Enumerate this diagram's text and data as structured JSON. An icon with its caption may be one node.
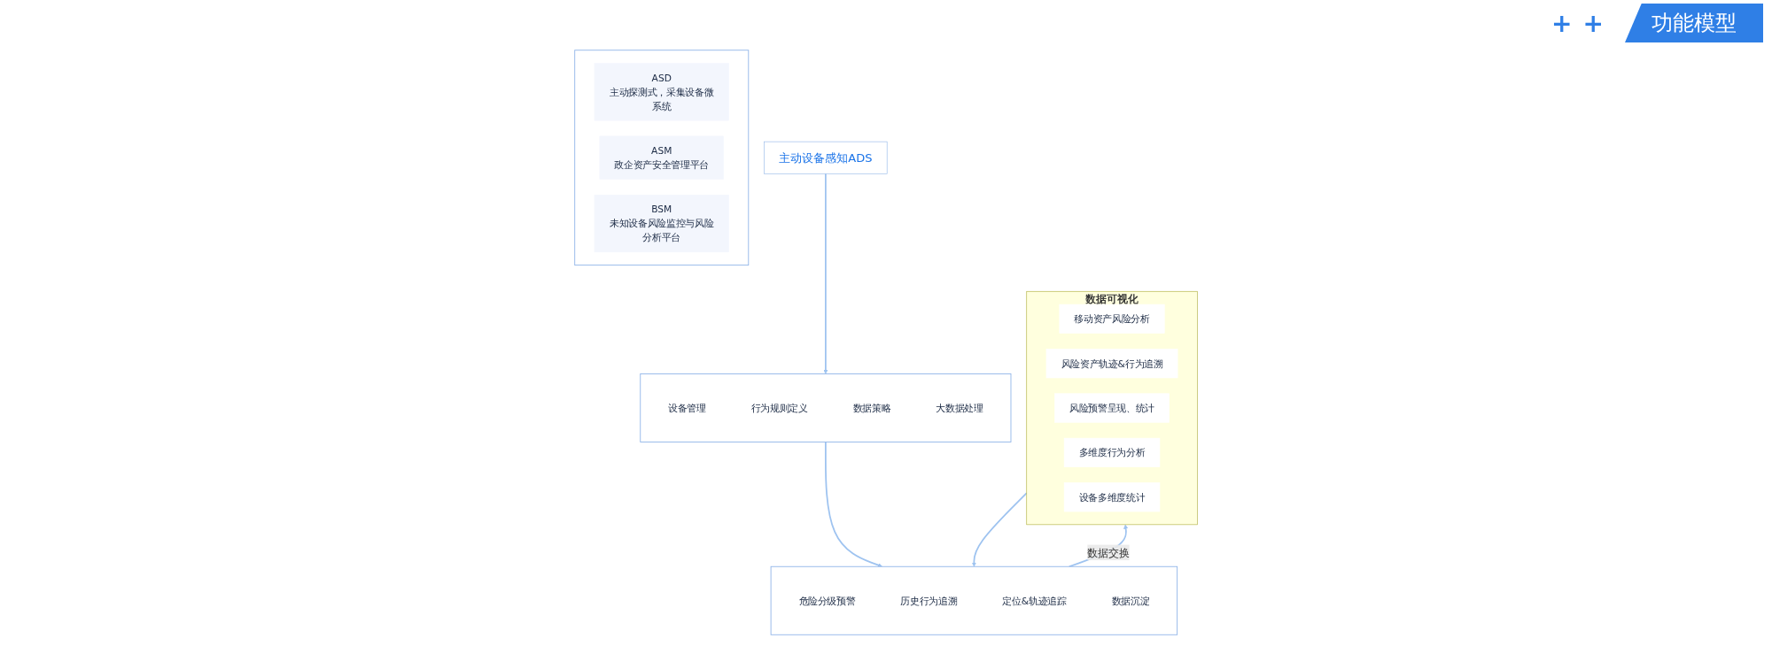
{
  "diagram": {
    "title": "功能模型",
    "nodes": [
      {
        "text": [],
        "shape": "box"
      },
      {
        "text": [
          "ASD",
          "主动探测式，采集设备微系统"
        ],
        "in": 0
      },
      {
        "text": [
          "ASM",
          "政企资产安全管理平台"
        ],
        "in": 0
      },
      {
        "text": [
          "BSM",
          "未知设备风险监控与风险分析平台"
        ],
        "in": 0
      },
      {
        "text": [
          "主动设备感知ADS"
        ]
      },
      {
        "text": [],
        "shape": "box"
      },
      {
        "text": [
          "设备管理"
        ],
        "in": 5
      },
      {
        "text": [
          "行为规则定义"
        ],
        "in": 5
      },
      {
        "text": [
          "数据策略"
        ],
        "in": 5
      },
      {
        "text": [
          "大数据处理"
        ],
        "in": 5
      },
      {
        "text": [],
        "shape": "box"
      },
      {
        "text": [
          "危险分级预警"
        ],
        "in": 10
      },
      {
        "text": [
          "历史行为追溯"
        ],
        "in": 10
      },
      {
        "text": [
          "定位&轨迹追踪"
        ],
        "in": 10
      },
      {
        "text": [
          "数据沉淀"
        ],
        "in": 10
      },
      {
        "text": [
          "数据可视化"
        ]
      },
      {
        "text": [
          "移动资产风险分析"
        ],
        "in": 15
      },
      {
        "text": [
          "风险资产轨迹&行为追溯"
        ],
        "in": 15
      },
      {
        "text": [
          "风险预警呈现、统计"
        ],
        "in": 15
      },
      {
        "text": [
          "多维度行为分析"
        ],
        "in": 15
      },
      {
        "text": [
          "设备多维度统计"
        ],
        "in": 15
      }
    ],
    "edges": [
      {
        "from": 4,
        "to": 5,
        "arrow": "to"
      },
      {
        "from": 5,
        "to": 10,
        "arrow": "to"
      },
      {
        "from": 10,
        "to": 15,
        "arrow": "to",
        "label": "数据交换"
      },
      {
        "from": 15,
        "to": 10,
        "arrow": "to"
      }
    ],
    "labels": [
      "+",
      "+"
    ]
  }
}
